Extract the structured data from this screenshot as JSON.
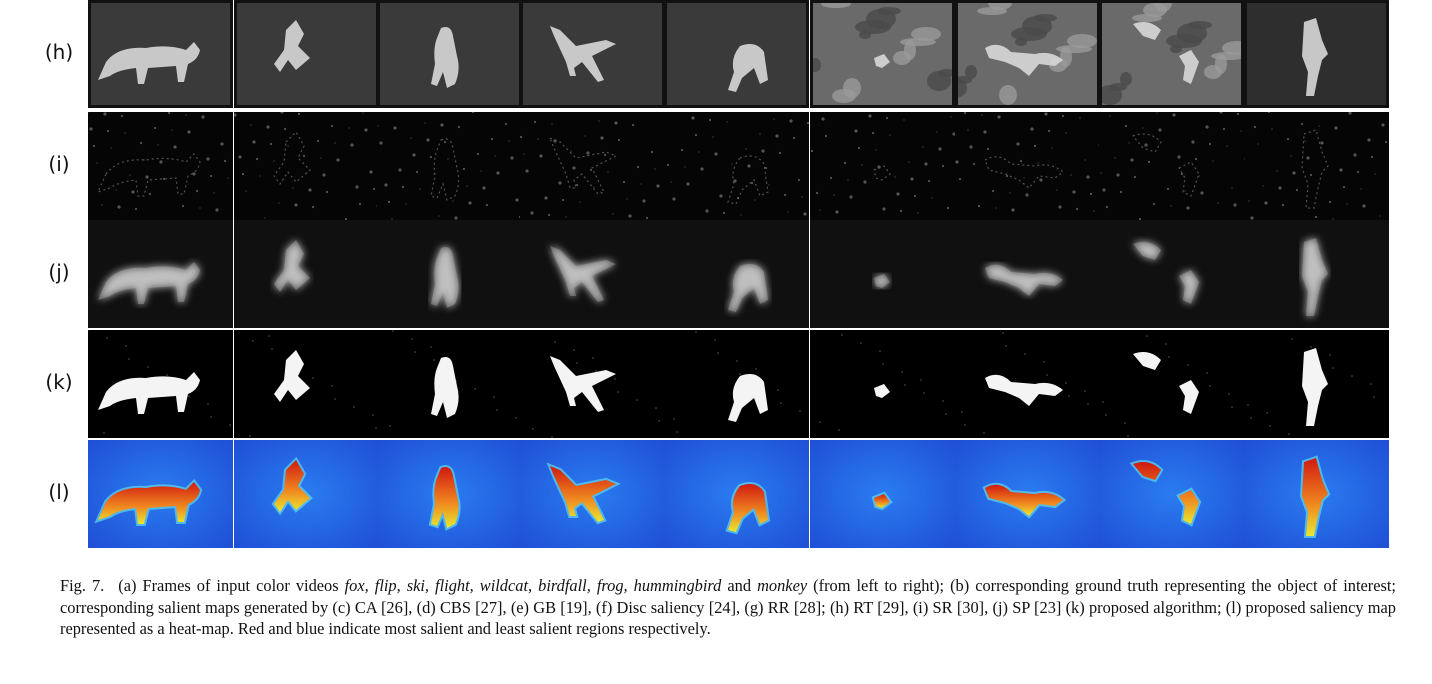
{
  "figure": {
    "rows": [
      {
        "label": "(h)",
        "style": "gray"
      },
      {
        "label": "(i)",
        "style": "sparse"
      },
      {
        "label": "(j)",
        "style": "blur"
      },
      {
        "label": "(k)",
        "style": "binary"
      },
      {
        "label": "(l)",
        "style": "heat"
      }
    ],
    "columns": [
      "fox",
      "flip",
      "ski",
      "flight",
      "wildcat",
      "birdfall",
      "frog",
      "hummingbird",
      "monkey"
    ]
  },
  "caption": {
    "figno": "Fig. 7.",
    "part1": "(a) Frames of input color videos ",
    "v1": "fox, flip, ski, flight, wildcat, birdfall, frog, hummingbird",
    "and": " and ",
    "v2": "monkey",
    "part2": " (from left to right); (b) corresponding ground truth representing the object of interest; corresponding salient maps generated by (c) CA [26], (d) CBS [27], (e) GB [19], (f) Disc saliency [24], (g) RR [28]; (h) RT [29], (i) SR [30], (j) SP [23] (k) proposed algorithm; (l) proposed saliency map represented as a heat-map. Red and blue indicate most salient and least salient regions respectively."
  },
  "colors": {
    "heat_bg": "#1f4fd6",
    "heat_low": "#2a7cf0",
    "heat_mid": "#e8e830",
    "heat_high": "#d01a10",
    "gray_bg": "#3a3a3a"
  }
}
